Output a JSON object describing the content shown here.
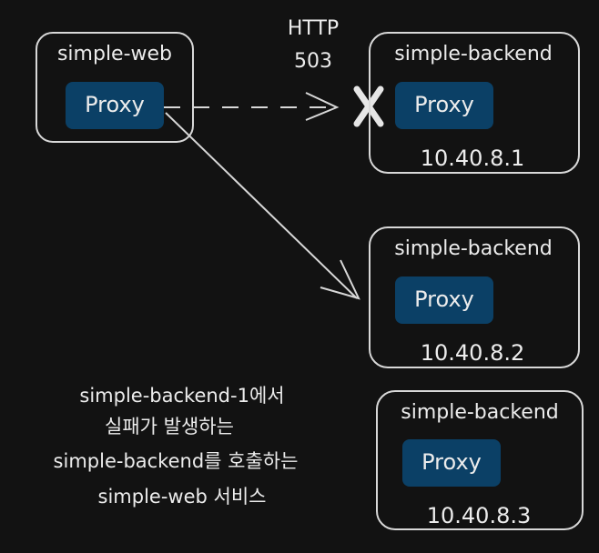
{
  "nodes": {
    "web": {
      "title": "simple-web",
      "proxy": "Proxy"
    },
    "backend1": {
      "title": "simple-backend",
      "proxy": "Proxy",
      "ip": "10.40.8.1"
    },
    "backend2": {
      "title": "simple-backend",
      "proxy": "Proxy",
      "ip": "10.40.8.2"
    },
    "backend3": {
      "title": "simple-backend",
      "proxy": "Proxy",
      "ip": "10.40.8.3"
    }
  },
  "edges": {
    "failed_call": {
      "label_line1": "HTTP",
      "label_line2": "503"
    }
  },
  "caption": {
    "line1": "simple-backend-1에서",
    "line2": "실패가 발생하는",
    "line3": "simple-backend를 호출하는",
    "line4": "simple-web 서비스"
  },
  "colors": {
    "background": "#121212",
    "stroke": "#d8d8d8",
    "proxy_fill": "#0b4066",
    "text": "#ececec"
  }
}
